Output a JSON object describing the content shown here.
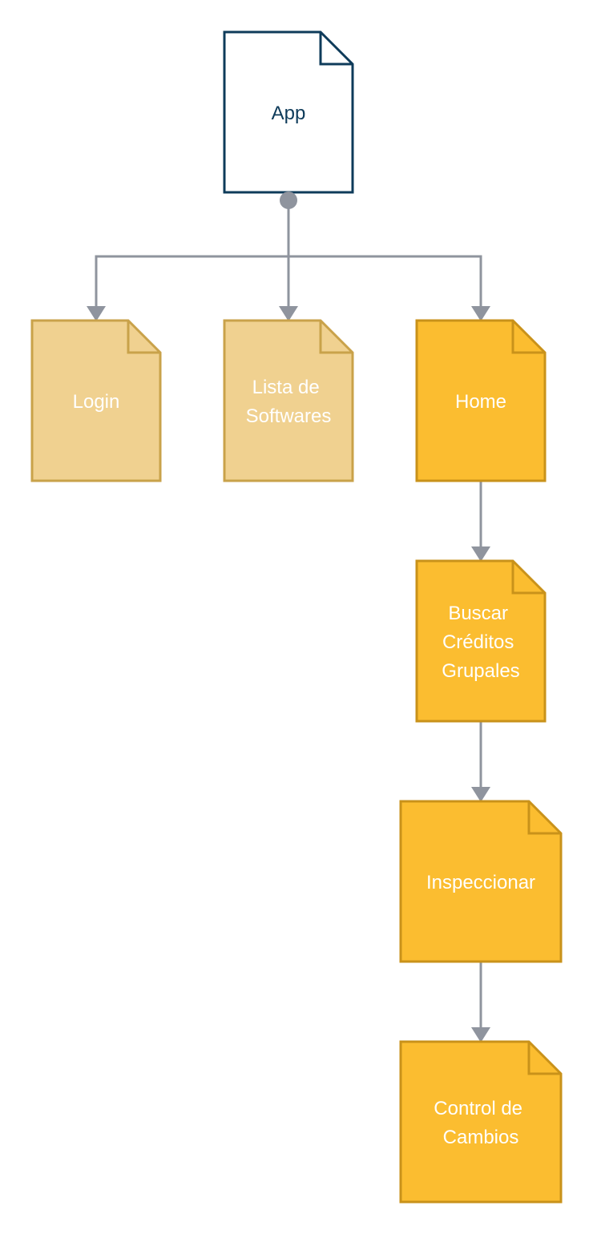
{
  "colors": {
    "root_stroke": "#0e3b5a",
    "root_text": "#0e3b5a",
    "pale_fill": "#f0d190",
    "pale_stroke": "#c9a24a",
    "gold_fill": "#fbbd30",
    "gold_stroke": "#c9921a",
    "node_text": "#ffffff",
    "connector": "#8f949e"
  },
  "nodes": {
    "app": {
      "label": [
        "App"
      ]
    },
    "login": {
      "label": [
        "Login"
      ]
    },
    "lista": {
      "label": [
        "Lista de",
        "Softwares"
      ]
    },
    "home": {
      "label": [
        "Home"
      ]
    },
    "buscar": {
      "label": [
        "Buscar",
        "Créditos",
        "Grupales"
      ]
    },
    "inspeccionar": {
      "label": [
        "Inspeccionar"
      ]
    },
    "control": {
      "label": [
        "Control de",
        "Cambios"
      ]
    }
  }
}
